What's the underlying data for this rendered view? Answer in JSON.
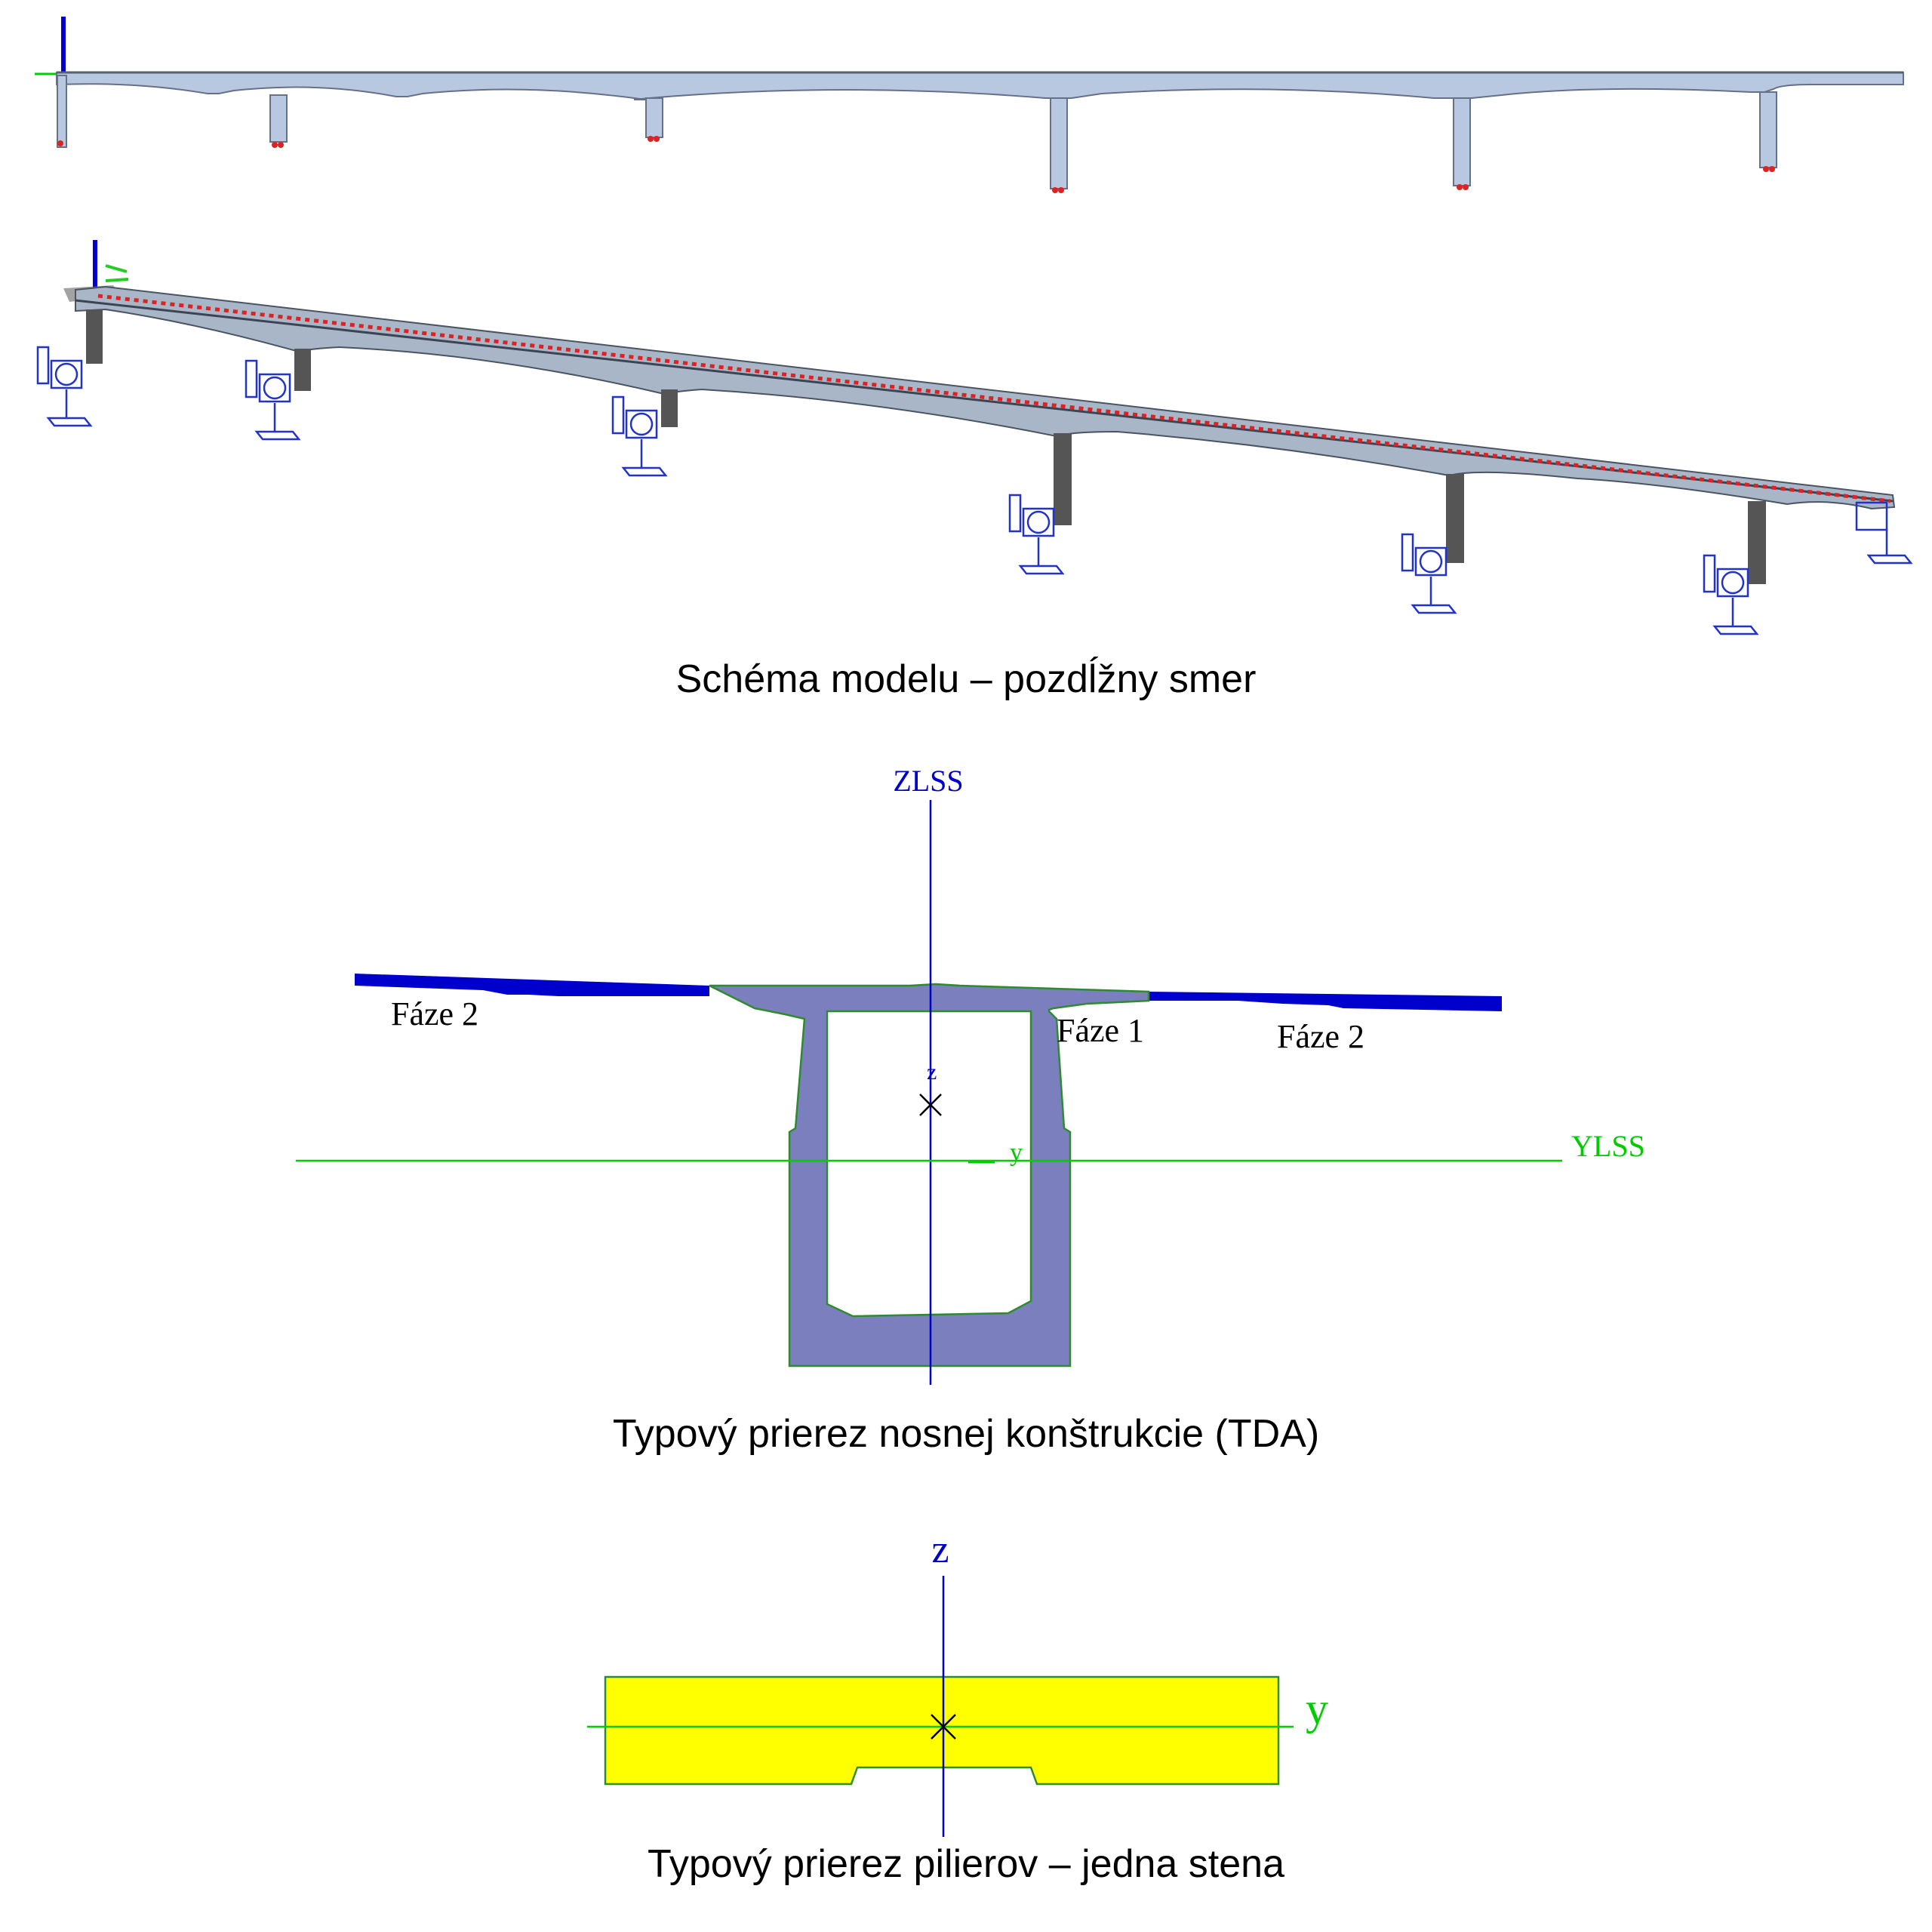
{
  "captions": {
    "model": "Schéma modelu – pozdĺžny smer",
    "deck_section": "Typový prierez nosnej konštrukcie (TDA)",
    "pier_section": "Typový prierez pilierov – jedna stena"
  },
  "deck_section": {
    "axis_z_global": "ZLSS",
    "axis_y_global": "YLSS",
    "axis_z_local": "z",
    "axis_y_local": "y",
    "phase_left": "Fáze 2",
    "phase_center": "Fáze 1",
    "phase_right": "Fáze 2"
  },
  "pier_section": {
    "axis_z": "z",
    "axis_y": "y"
  },
  "colors": {
    "deck_fill": "#7b7fbe",
    "deck_outline": "#2e8b2e",
    "overlay_phase2": "#0000cc",
    "pier_fill": "#ffff00",
    "axis_z": "#0000cc",
    "axis_y": "#00cc00",
    "support_blue": "#2233cc",
    "tendon_red": "#dd2222",
    "elevation_fill": "#b8c8e0",
    "elevation_outline": "#667088"
  }
}
